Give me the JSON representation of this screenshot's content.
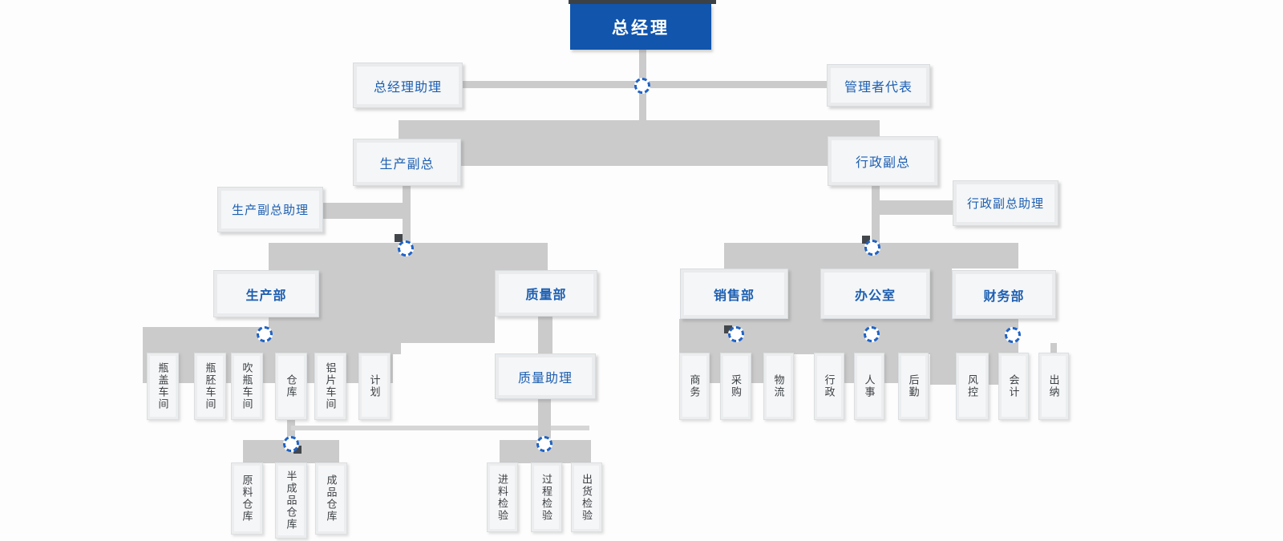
{
  "org": {
    "root": {
      "label": "总经理"
    },
    "gm_assistant": "总经理助理",
    "manager_representative": "管理者代表",
    "production_vp": "生产副总",
    "admin_vp": "行政副总",
    "production_vp_assistant": "生产副总助理",
    "admin_vp_assistant": "行政副总助理",
    "departments": {
      "production": "生产部",
      "quality": "质量部",
      "sales": "销售部",
      "office": "办公室",
      "finance": "财务部"
    },
    "quality_assistant": "质量助理",
    "production_units": [
      "瓶盖车间",
      "瓶胚车间",
      "吹瓶车间",
      "仓库",
      "铝片车间",
      "计划"
    ],
    "warehouse_units": [
      "原料仓库",
      "半成品仓库",
      "成品仓库"
    ],
    "inspection_units": [
      "进料检验",
      "过程检验",
      "出货检验"
    ],
    "sales_units": [
      "商务",
      "采购",
      "物流"
    ],
    "office_units": [
      "行政",
      "人事",
      "后勤"
    ],
    "finance_units": [
      "风控",
      "会计",
      "出纳"
    ]
  },
  "colors": {
    "accent_blue": "#1155ad",
    "box_text_blue": "#1d5fb2",
    "connector_gray": "#cbcbcb",
    "node_border_blue": "#2063c5",
    "leaf_text": "#3d4145"
  }
}
